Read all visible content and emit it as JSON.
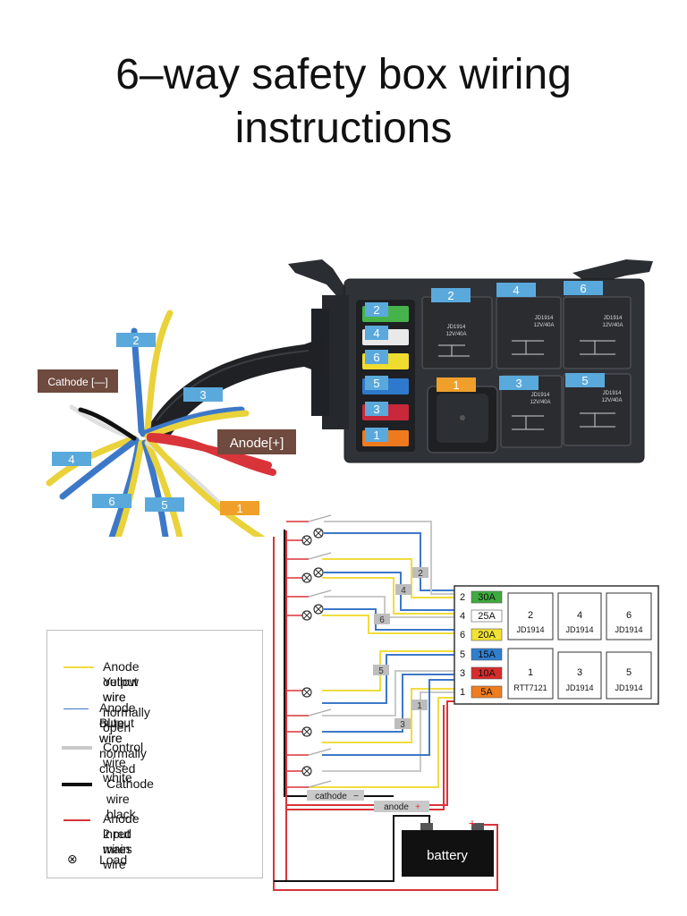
{
  "title_line1": "6–way safety box wiring",
  "title_line2": "instructions",
  "colors": {
    "yellow": "#f1dc3f",
    "blue": "#3d78c8",
    "white_wire": "#c9c9c9",
    "black": "#111111",
    "red": "#d8343a",
    "tag_blue": "#5aa9dc",
    "tag_orange": "#f0a02a",
    "tag_brown": "#6f4a3e"
  },
  "photo": {
    "box_tags": [
      "2",
      "4",
      "6",
      "1",
      "3",
      "5"
    ],
    "fuse_tags": [
      "2",
      "4",
      "6",
      "5",
      "3",
      "1"
    ],
    "relay_text_a": "JD1914",
    "relay_text_b": "12V/40A",
    "wire_tags": [
      "2",
      "3",
      "4",
      "6",
      "5",
      "1"
    ],
    "cathode_tag": "Cathode [—]",
    "anode_tag": "Anode[+]"
  },
  "panel": {
    "fuses": [
      {
        "num": "2",
        "amp": "30A",
        "color": "#3faa3f"
      },
      {
        "num": "4",
        "amp": "25A",
        "color": "#ffffff"
      },
      {
        "num": "6",
        "amp": "20A",
        "color": "#f2e234"
      },
      {
        "num": "5",
        "amp": "15A",
        "color": "#2f7fd0"
      },
      {
        "num": "3",
        "amp": "10A",
        "color": "#d82c2c"
      },
      {
        "num": "1",
        "amp": "5A",
        "color": "#f07d1f"
      }
    ],
    "relays": [
      {
        "num": "2",
        "model": "JD1914"
      },
      {
        "num": "4",
        "model": "JD1914"
      },
      {
        "num": "6",
        "model": "JD1914"
      },
      {
        "num": "1",
        "model": "RTT7121"
      },
      {
        "num": "3",
        "model": "JD1914"
      },
      {
        "num": "5",
        "model": "JD1914"
      }
    ]
  },
  "schematic": {
    "wire_labels": [
      "2",
      "4",
      "6",
      "5",
      "1",
      "3"
    ],
    "cathode_label": "cathode",
    "cathode_sign": "−",
    "anode_label": "anode",
    "anode_sign": "+",
    "battery_label": "battery",
    "battery_minus": "−",
    "battery_plus": "+"
  },
  "legend": {
    "items": [
      {
        "line": "Anode output wire",
        "line2": "Yellow wire normally open",
        "color": "#f1dc3f"
      },
      {
        "line": "Anode output wire",
        "line2": "Blue wire normally closed",
        "color": "#3d78c8"
      },
      {
        "line": "Control wire    white",
        "line2": "",
        "color": "#c9c9c9"
      },
      {
        "line": "Cathode wire     black",
        "line2": "",
        "color": "#111111"
      },
      {
        "line": "Anode input main wire",
        "line2": "2 red wires",
        "color": "#d8343a"
      },
      {
        "line": "Load",
        "line2": "",
        "color": ""
      }
    ]
  }
}
